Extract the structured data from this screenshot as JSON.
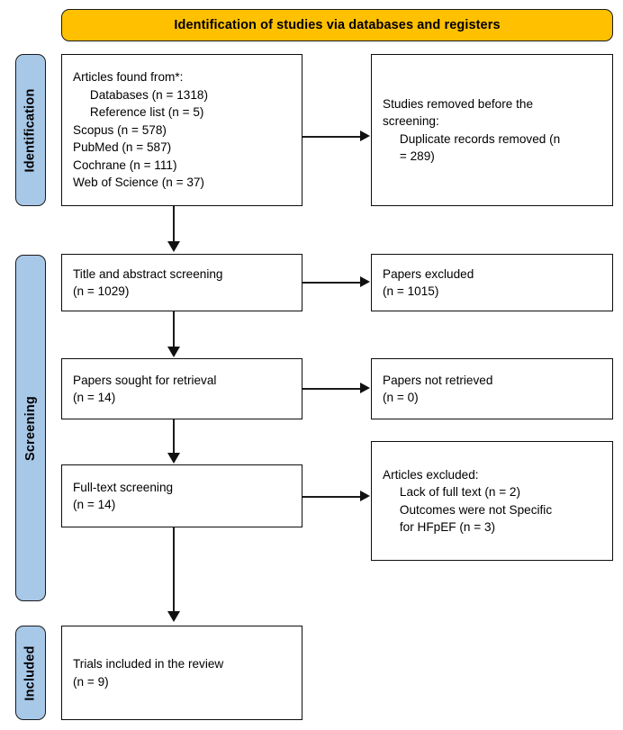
{
  "diagram": {
    "type": "prisma-flow-diagram",
    "banner": {
      "label": "Identification of studies via databases and registers",
      "color": "#FFC000"
    },
    "stages": [
      {
        "name": "identification",
        "label": "Identification",
        "color": "#A8C8E8"
      },
      {
        "name": "screening",
        "label": "Screening",
        "color": "#A8C8E8"
      },
      {
        "name": "included",
        "label": "Included",
        "color": "#A8C8E8"
      }
    ],
    "boxes": {
      "records_identified": {
        "text": "Articles found from*:\n     Databases (n = 1318)\n     Reference list (n = 5)\nScopus (n = 578)\nPubMed (n = 587)\nCochrane (n = 111)\nWeb of Science (n = 37)"
      },
      "records_removed": {
        "text": "Studies removed before the\nscreening:\n     Duplicate records removed (n\n     = 289)"
      },
      "title_abstract_screening": {
        "text": "Title and abstract screening\n(n = 1029)"
      },
      "papers_excluded": {
        "text": "Papers excluded\n(n = 1015)"
      },
      "papers_sought": {
        "text": "Papers sought for retrieval\n(n = 14)"
      },
      "papers_not_retrieved": {
        "text": "Papers not retrieved\n(n = 0)"
      },
      "fulltext_screening": {
        "text": "Full-text screening\n(n = 14)"
      },
      "articles_excluded": {
        "text": "Articles excluded:\n     Lack of full text (n = 2)\n     Outcomes were not Specific\n     for HFpEF (n = 3)"
      },
      "trials_included": {
        "text": "Trials included in the review\n(n = 9)"
      }
    },
    "counts": {
      "databases": 1318,
      "reference_list": 5,
      "scopus": 578,
      "pubmed": 587,
      "cochrane": 111,
      "web_of_science": 37,
      "duplicates_removed": 289,
      "title_abstract_screened": 1029,
      "papers_excluded": 1015,
      "papers_sought": 14,
      "papers_not_retrieved": 0,
      "fulltext_screened": 14,
      "excluded_lack_of_full_text": 2,
      "excluded_not_specific_hfpef": 3,
      "trials_included": 9
    }
  }
}
